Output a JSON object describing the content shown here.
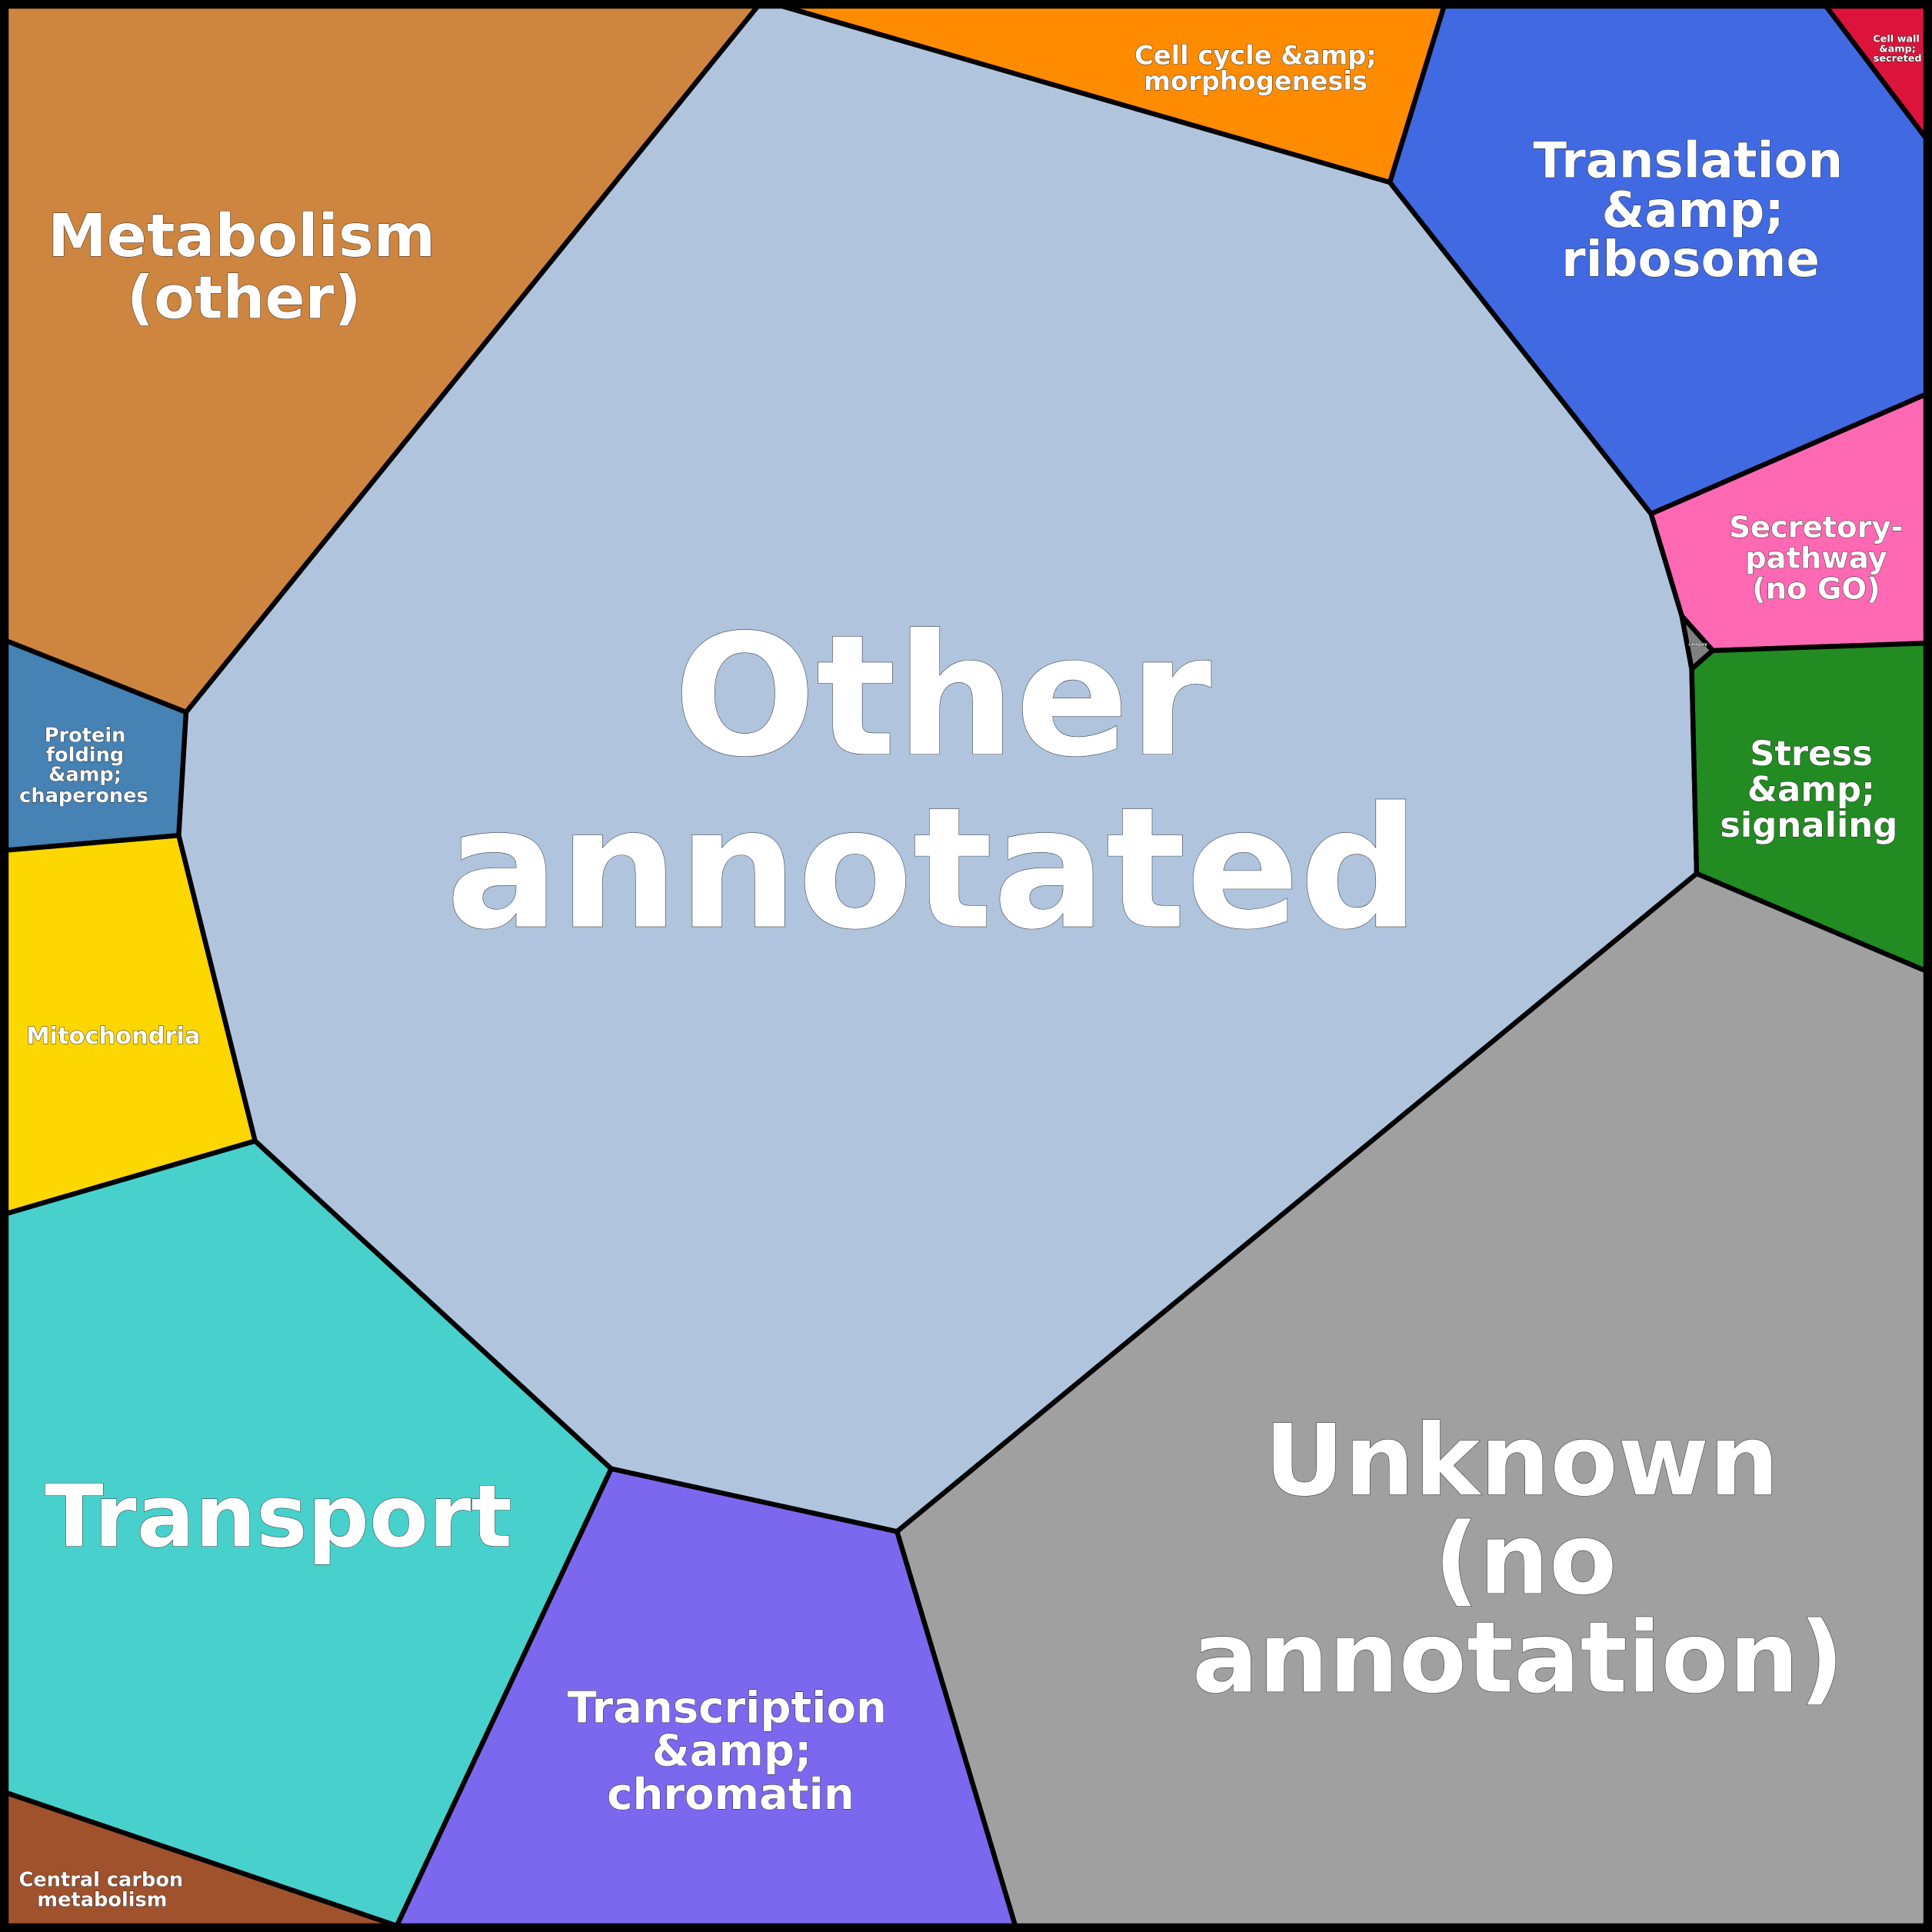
{
  "title": "Voronoi treemap of functional categories",
  "cells": {
    "other_annotated": {
      "lines": [
        "Other",
        "annotated"
      ],
      "color": "#B0C4DE"
    },
    "metabolism_other": {
      "lines": [
        "Metabolism",
        "(other)"
      ],
      "color": "#CD853F"
    },
    "cell_cycle": {
      "lines": [
        "Cell cycle &amp;",
        "morphogenesis"
      ],
      "color": "#FF8C00"
    },
    "translation": {
      "lines": [
        "Translation",
        "&amp;",
        "ribosome"
      ],
      "color": "#4169E1"
    },
    "cell_wall": {
      "lines": [
        "Cell wall",
        "&amp;",
        "secreted"
      ],
      "color": "#DC143C"
    },
    "secretory": {
      "lines": [
        "Secretory-",
        "pathway",
        "(no GO)"
      ],
      "color": "#FF69B4"
    },
    "small_category": {
      "lines": [
        "category"
      ],
      "color": "#808080"
    },
    "stress": {
      "lines": [
        "Stress",
        "&amp;",
        "signaling"
      ],
      "color": "#228B22"
    },
    "unknown": {
      "lines": [
        "Unknown",
        "(no",
        "annotation)"
      ],
      "color": "#A0A0A0"
    },
    "transcription": {
      "lines": [
        "Transcription",
        "&amp;",
        "chromatin"
      ],
      "color": "#7B68EE"
    },
    "transport": {
      "lines": [
        "Transport"
      ],
      "color": "#48D1CC"
    },
    "central_carbon": {
      "lines": [
        "Central carbon",
        "metabolism"
      ],
      "color": "#A0522D"
    },
    "mitochondria": {
      "lines": [
        "Mitochondria"
      ],
      "color": "#FFD700"
    },
    "protein_folding": {
      "lines": [
        "Protein",
        "folding",
        "&amp;",
        "chaperones"
      ],
      "color": "#4682B4"
    }
  }
}
